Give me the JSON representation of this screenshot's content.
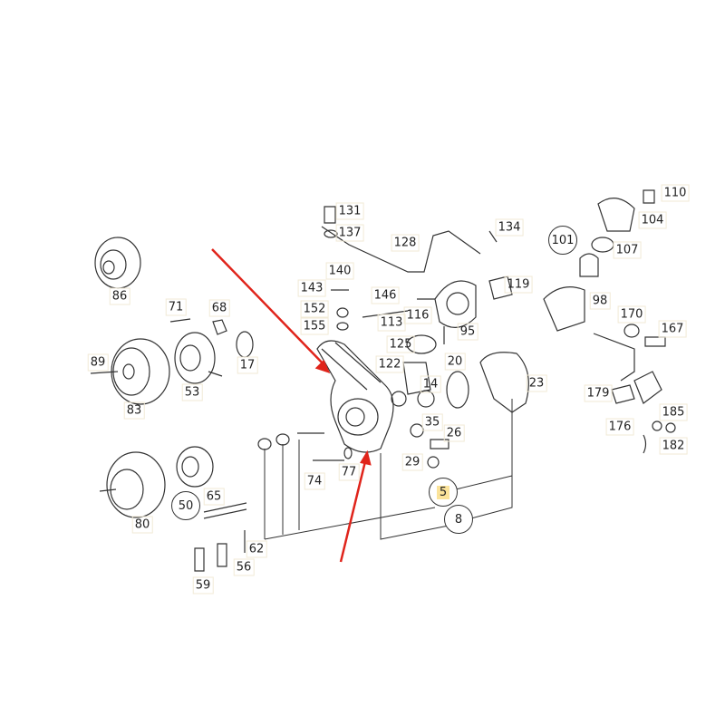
{
  "diagram_title": "",
  "colors": {
    "line": "#333333",
    "arrow": "#e0241b",
    "highlight": "#fbe39a"
  },
  "labels": [
    "110",
    "104",
    "131",
    "137",
    "134",
    "128",
    "101",
    "107",
    "140",
    "143",
    "146",
    "119",
    "98",
    "152",
    "113",
    "116",
    "155",
    "95",
    "170",
    "167",
    "125",
    "122",
    "20",
    "23",
    "14",
    "179",
    "35",
    "26",
    "176",
    "185",
    "182",
    "29",
    "74",
    "77",
    "5",
    "8",
    "50",
    "65",
    "80",
    "62",
    "56",
    "59",
    "86",
    "71",
    "68",
    "89",
    "17",
    "83",
    "53"
  ],
  "highlighted_label": "5",
  "arrows": 2
}
